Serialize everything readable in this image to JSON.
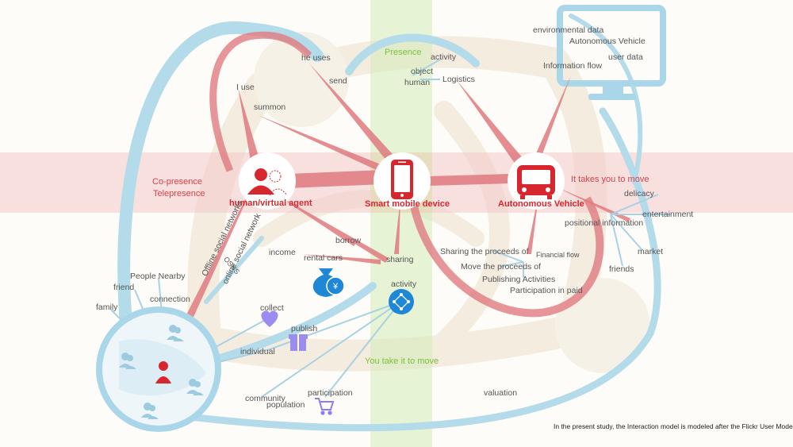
{
  "colors": {
    "accent_red": "#d8262e",
    "band_red": "#f2c4c4",
    "band_green": "#d8efc0",
    "flow_blue": "#a9d6e8",
    "link_blue": "#1f88d6"
  },
  "nodes": {
    "human_agent": {
      "label": "human/virtual agent",
      "icon": "person-avatar-icon"
    },
    "smart_mobile": {
      "label": "Smart mobile device",
      "icon": "smartphone-icon"
    },
    "autonomous": {
      "label": "Autonomous Vehicle",
      "icon": "vehicle-icon"
    }
  },
  "bands": {
    "presence": "Presence",
    "co_presence": "Co-presence",
    "telepresence": "Telepresence",
    "takes_you": "It takes you to move",
    "you_take": "You take it to move"
  },
  "labels": {
    "he_uses": "he uses",
    "send": "send",
    "i_use": "I use",
    "summon": "summon",
    "activity_top": "activity",
    "object": "object",
    "human": "human",
    "logistics": "Logistics",
    "environmental": "environmental data",
    "av_data": "Autonomous Vehicle",
    "user_data": "user data",
    "info_flow": "Information flow",
    "delicacy": "delicacy",
    "entertainment": "entertainment",
    "positional": "positional information",
    "market": "market",
    "friends": "friends",
    "sharing_proceeds": "Sharing the proceeds of",
    "financial_flow": "Financial flow",
    "move_proceeds": "Move the proceeds of",
    "publishing": "Publishing Activities",
    "participation_paid": "Participation in paid",
    "borrow": "borrow",
    "income": "income",
    "rental_cars": "rental cars",
    "sharing": "sharing",
    "activity_mid": "activity",
    "offline_social": "Offline social networks",
    "osns": "OSNS",
    "online_social": "online social network",
    "people_nearby": "People Nearby",
    "friend": "friend",
    "family": "family",
    "connection": "connection",
    "collect": "collect",
    "publish": "publish",
    "individual": "individual",
    "community": "community",
    "population": "population",
    "participation": "participation",
    "valuation": "valuation"
  },
  "caption": "In the present study, the Interaction model is modeled after the Flickr User Model."
}
